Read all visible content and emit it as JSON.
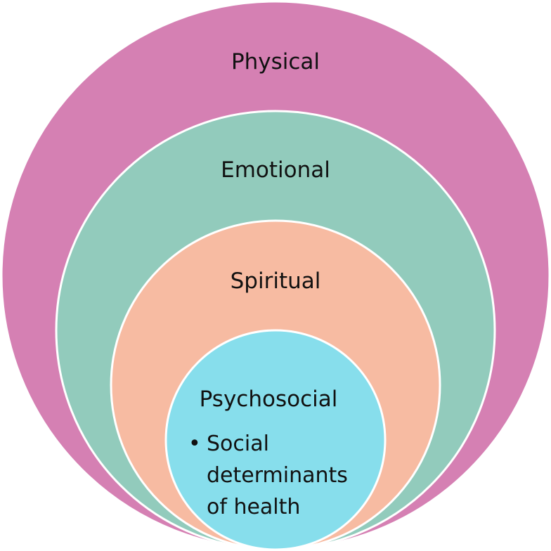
{
  "diagram": {
    "rings": [
      {
        "label": "Physical",
        "color": "#d580b3"
      },
      {
        "label": "Emotional",
        "color": "#92cbbc"
      },
      {
        "label": "Spiritual",
        "color": "#f7bba2"
      }
    ],
    "core": {
      "label": "Psychosocial",
      "color": "#87deec",
      "bullet": "•",
      "bullet_lines": [
        "Social",
        "determinants",
        "of health"
      ]
    },
    "outline_color": "#ffffff"
  }
}
